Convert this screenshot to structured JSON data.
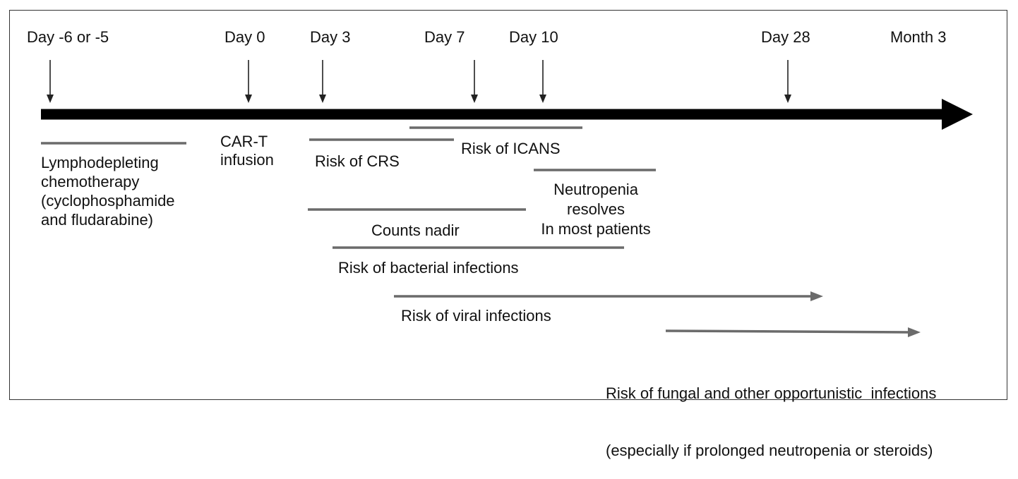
{
  "days": [
    {
      "label": "Day -6 or -5"
    },
    {
      "label": "Day 0"
    },
    {
      "label": "Day 3"
    },
    {
      "label": "Day 7"
    },
    {
      "label": "Day 10"
    },
    {
      "label": "Day 28"
    },
    {
      "label": "Month 3"
    }
  ],
  "events": [
    {
      "key": "lymphodepletion",
      "lines": [
        "Lymphodepleting",
        "chemotherapy",
        "(cyclophosphamide",
        "and fludarabine)"
      ]
    },
    {
      "key": "infusion",
      "lines": [
        "CAR-T",
        "infusion"
      ]
    },
    {
      "key": "crs",
      "lines": [
        "Risk of CRS"
      ]
    },
    {
      "key": "icans",
      "lines": [
        "Risk of ICANS"
      ]
    },
    {
      "key": "neutropenia",
      "lines": [
        "Neutropenia",
        "resolves",
        "In most patients"
      ]
    },
    {
      "key": "nadir",
      "lines": [
        "Counts nadir"
      ]
    },
    {
      "key": "bacterial",
      "lines": [
        "Risk of bacterial infections"
      ]
    },
    {
      "key": "viral",
      "lines": [
        "Risk of viral infections"
      ]
    },
    {
      "key": "fungal",
      "lines": [
        "Risk of fungal and other opportunistic  infections",
        "(especially if prolonged neutropenia or steroids)"
      ]
    }
  ],
  "colors": {
    "axis": "#000000",
    "bar": "#6b6b6b",
    "tick": "#222222",
    "text": "#111111",
    "border": "#333333"
  }
}
